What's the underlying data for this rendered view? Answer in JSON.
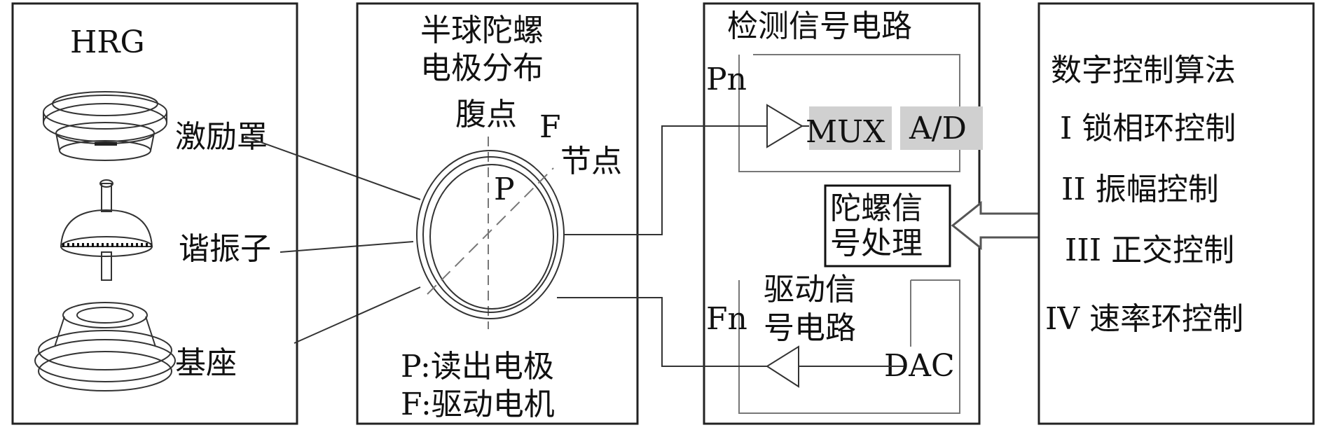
{
  "panels": {
    "hrg": {
      "title": "HRG",
      "parts": [
        "激励罩",
        "谐振子",
        "基座"
      ]
    },
    "electrode": {
      "title_line1": "半球陀螺",
      "title_line2": "电极分布",
      "antinode": "腹点",
      "node": "节点",
      "f_label": "F",
      "p_label": "P",
      "legend_p": "P:读出电极",
      "legend_f": "F:驱动电机"
    },
    "detect": {
      "title": "检测信号电路",
      "pn": "Pn",
      "mux": "MUX",
      "ad": "A/D",
      "proc_line1": "陀螺信",
      "proc_line2": "号处理",
      "drive_line1": "驱动信",
      "drive_line2": "号电路",
      "fn": "Fn",
      "dac": "DAC"
    },
    "control": {
      "title": "数字控制算法",
      "items": [
        "I 锁相环控制",
        "II 振幅控制",
        "III 正交控制",
        "IV 速率环控制"
      ]
    }
  }
}
